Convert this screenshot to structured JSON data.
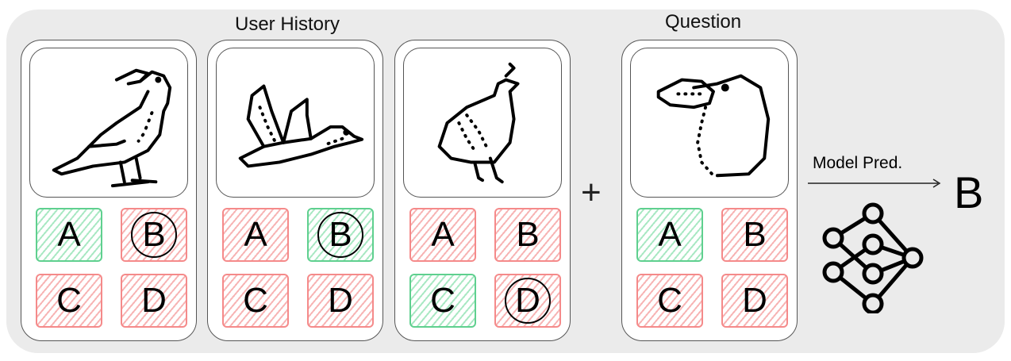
{
  "labels": {
    "history": "User History",
    "question": "Question",
    "model_pred": "Model Pred.",
    "plus": "+"
  },
  "cards": [
    {
      "bird": "crow-icon",
      "options": [
        {
          "letter": "A",
          "status": "correct",
          "selected": false
        },
        {
          "letter": "B",
          "status": "wrong",
          "selected": true
        },
        {
          "letter": "C",
          "status": "wrong",
          "selected": false
        },
        {
          "letter": "D",
          "status": "wrong",
          "selected": false
        }
      ]
    },
    {
      "bird": "flying-goose-icon",
      "options": [
        {
          "letter": "A",
          "status": "wrong",
          "selected": false
        },
        {
          "letter": "B",
          "status": "correct",
          "selected": true
        },
        {
          "letter": "C",
          "status": "wrong",
          "selected": false
        },
        {
          "letter": "D",
          "status": "wrong",
          "selected": false
        }
      ]
    },
    {
      "bird": "quail-icon",
      "options": [
        {
          "letter": "A",
          "status": "wrong",
          "selected": false
        },
        {
          "letter": "B",
          "status": "wrong",
          "selected": false
        },
        {
          "letter": "C",
          "status": "correct",
          "selected": false
        },
        {
          "letter": "D",
          "status": "wrong",
          "selected": true
        }
      ]
    },
    {
      "bird": "bird-head-icon",
      "options": [
        {
          "letter": "A",
          "status": "correct",
          "selected": false
        },
        {
          "letter": "B",
          "status": "wrong",
          "selected": false
        },
        {
          "letter": "C",
          "status": "wrong",
          "selected": false
        },
        {
          "letter": "D",
          "status": "wrong",
          "selected": false
        }
      ]
    }
  ],
  "prediction": "B",
  "colors": {
    "correct": "#5fd08f",
    "wrong": "#f58a8a",
    "background": "#ebebeb"
  }
}
